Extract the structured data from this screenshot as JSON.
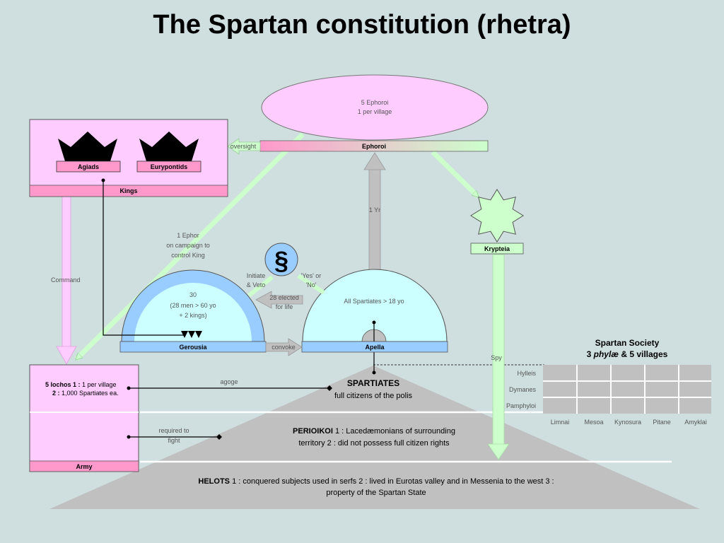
{
  "title": "The Spartan constitution (rhetra)",
  "ephors": {
    "line1": "5 Ephoroi",
    "line2": "1 per village",
    "bar_label": "Ephoroi"
  },
  "kings": {
    "agiads": "Agiads",
    "eurypontids": "Eurypontids",
    "bar_label": "Kings"
  },
  "krypteia": {
    "label": "Krypteia"
  },
  "gerousia": {
    "line1": "30",
    "line2": "(28 men > 60 yo",
    "line3": "+ 2 kings)",
    "bar_label": "Gerousia"
  },
  "apella": {
    "text": "All Spartiates > 18 yo",
    "bar_label": "Apella"
  },
  "law_symbol": "§",
  "army": {
    "line1_bold": "5 lochos",
    "line1_num": " 1 :",
    "line1_rest": " 1 per village",
    "line2_num": "2 :",
    "line2_rest": " 1,000 Spartiates ea.",
    "bar_label": "Army"
  },
  "labels": {
    "oversight": "oversight",
    "command": "Command",
    "one_year": "1 Yr",
    "ephor_campaign_1": "1 Ephor",
    "ephor_campaign_2": "on campaign to",
    "ephor_campaign_3": "control King",
    "initiate_1": "Initiate",
    "initiate_2": "& Veto",
    "yes_no_1": "'Yes' or",
    "yes_no_2": "'No'",
    "elected_1": "28 elected",
    "elected_2": "for life",
    "convoke": "convoke",
    "agoge": "agoge",
    "required_1": "required to",
    "required_2": "fight",
    "spy": "Spy"
  },
  "classes": {
    "spartiates_title": "SPARTIATES",
    "spartiates_sub": "full citizens of the polis",
    "perioikoi_line1_bold": "PERIOIKOI",
    "perioikoi_line1": "  1 : Lacedæmonians of surrounding",
    "perioikoi_line2": "territory  2 : did not possess full citizen rights",
    "helots_line1_bold": "HELOTS",
    "helots_line1": "  1 : conquered subjects used in serfs  2 : lived in Eurotas valley and in Messenia to the west  3 :",
    "helots_line2": "property of the Spartan State"
  },
  "society": {
    "title": "Spartan Society",
    "subtitle_pre": "3 ",
    "subtitle_em": "phylæ",
    "subtitle_post": " & 5 villages",
    "phylae": [
      "Hylleis",
      "Dymanes",
      "Pamphyloi"
    ],
    "villages": [
      "Limnai",
      "Mesoa",
      "Kynosura",
      "Pitane",
      "Amyklai"
    ]
  },
  "colors": {
    "background": "#cfdedf",
    "pink": "#ffccff",
    "pink_bar": "#ff99cc",
    "green_bar": "#ccffcc",
    "blue_dark": "#99ccff",
    "blue_light": "#ccffff",
    "gray": "#c0c0c0"
  }
}
